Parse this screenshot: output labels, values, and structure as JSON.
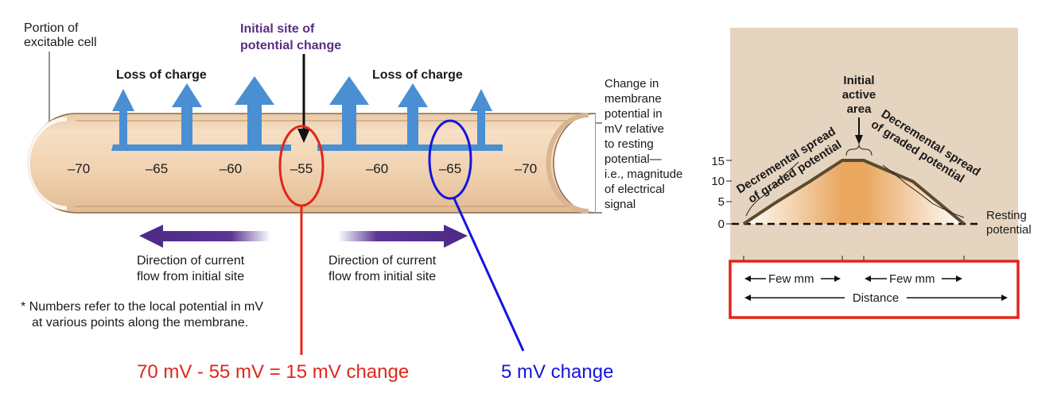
{
  "left_figure": {
    "portion_label": [
      "Portion of",
      "excitable cell"
    ],
    "initial_site_label": [
      "Initial site of",
      "potential change"
    ],
    "loss_of_charge_left": "Loss of charge",
    "loss_of_charge_right": "Loss of charge",
    "potentials": [
      "–70",
      "–65",
      "–60",
      "–55",
      "–60",
      "–65",
      "–70"
    ],
    "change_label": [
      "Change in",
      "membrane",
      "potential in",
      "mV relative",
      "to resting",
      "potential—",
      "i.e., magnitude",
      "of electrical",
      "signal"
    ],
    "direction_left": [
      "Direction of current",
      "flow from initial site"
    ],
    "direction_right": [
      "Direction of current",
      "flow from initial site"
    ],
    "footnote": [
      "* Numbers refer to the local potential in mV",
      "at various points along the membrane."
    ]
  },
  "annotations": {
    "red_text": "70 mV - 55 mV = 15 mV change",
    "blue_text": "5 mV change",
    "red_color": "#e0261b",
    "blue_color": "#1414e0"
  },
  "right_figure": {
    "initial_active_area": [
      "Initial",
      "active",
      "area"
    ],
    "spread_left": [
      "Decremental spread",
      "of graded potential"
    ],
    "spread_right": [
      "Decremental spread",
      "of graded potential"
    ],
    "y_ticks": [
      "15",
      "10",
      "5",
      "0"
    ],
    "resting": [
      "Resting",
      "potential"
    ],
    "few_mm_left": "Few mm",
    "few_mm_right": "Few mm",
    "distance": "Distance"
  },
  "chart_data": {
    "type": "line",
    "x": [
      0,
      1,
      2,
      3,
      4,
      5,
      6
    ],
    "values": [
      0,
      5,
      10,
      15,
      15,
      10,
      0
    ],
    "yticks": [
      0,
      5,
      10,
      15
    ],
    "ylim": [
      0,
      15
    ]
  }
}
